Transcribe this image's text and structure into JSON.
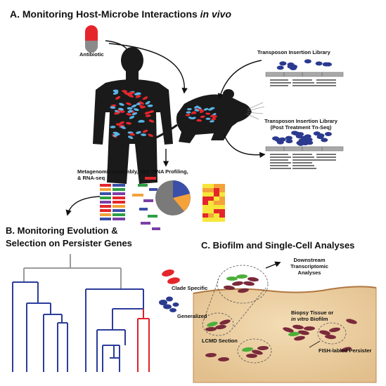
{
  "panel_a": {
    "title_prefix": "A.  Monitoring Host-Microbe Interactions ",
    "title_italic": "in vivo",
    "antibiotic_label": "Antibiotic",
    "library_label": "Transposon Insertion Library",
    "library_post_line1": "Transposon Insertion Library",
    "library_post_line2": "(Post Treatment Tn-Seq)",
    "omics_line1": "Metagenomic Assembly, 16S rRNA Profiling,",
    "omics_line2": "& RNA-seq"
  },
  "panel_b": {
    "title_line1": "B.  Monitoring Evolution &",
    "title_line2": "Selection on Persister Genes",
    "clade_specific_label": "Clade Specific",
    "generalized_label": "Generalized"
  },
  "panel_c": {
    "title": "C.  Biofilm and Single-Cell Analyses",
    "downstream_line1": "Downstream",
    "downstream_line2": "Transcriptomic",
    "downstream_line3": "Analyses",
    "biopsy_line1": "Biopsy Tissue or",
    "biopsy_line2_italic": "in vitro",
    "biopsy_line2_rest": " Biofilm",
    "lcmd_label": "LCMD Section",
    "fish_label": "FISH-labled Persister"
  },
  "colors": {
    "silhouette": "#1a1a1a",
    "microbe_red": "#e4262c",
    "microbe_blue": "#5ab4e5",
    "library_blue": "#2b3a8f",
    "gel_gray": "#a9a9a9",
    "tree_gray": "#9b9b9b",
    "tree_blue": "#2b3c9a",
    "tree_red": "#e0202a",
    "tissue": "#e8cba0",
    "tissue_edge": "#c08a52",
    "cell_green": "#4caf3a",
    "cell_maroon": "#7a2a3a"
  }
}
